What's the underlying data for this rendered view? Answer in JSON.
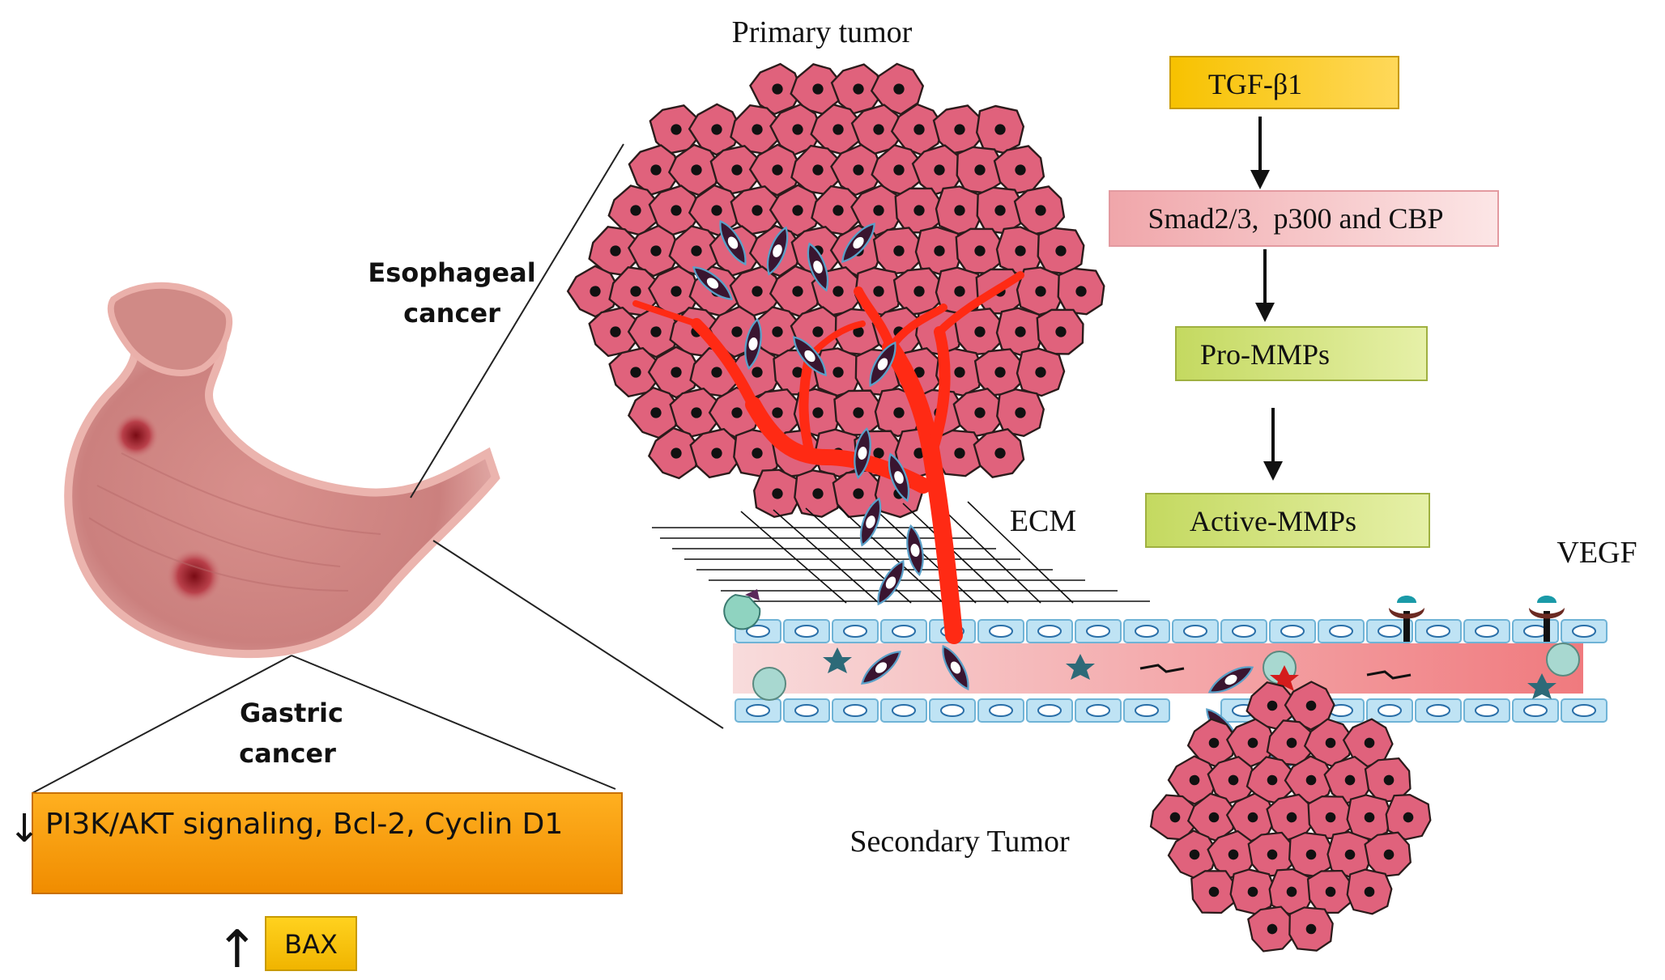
{
  "labels": {
    "primary_tumor": "Primary tumor",
    "secondary_tumor": "Secondary Tumor",
    "esophageal_line1": "Esophageal",
    "esophageal_line2": "cancer",
    "gastric_line1": "Gastric",
    "gastric_line2": "cancer",
    "ecm": "ECM",
    "vegf": "VEGF"
  },
  "pathway": [
    {
      "label": "TGF-β1"
    },
    {
      "label": "Smad2/3,  p300 and CBP"
    },
    {
      "label": "Pro-MMPs"
    },
    {
      "label": "Active-MMPs"
    }
  ],
  "gastric_effects": {
    "down_label": "PI3K/AKT signaling, Bcl-2, Cyclin D1",
    "up_label": "BAX",
    "down_arrow": "↓",
    "up_arrow": "↑"
  },
  "colors": {
    "tgf_box": "#f5c000",
    "smad_box": "#f3b5b7",
    "mmp_box": "#c9dc6a",
    "gastric_box": "#f59d0a",
    "bax_box": "#f5c400",
    "tumor_cell": "#e0627c",
    "vessel": "#ff2a14",
    "endothelium": "#bfe3f4",
    "stomach": "#cf7f7f",
    "mesenchymal_cell": "#3a1530"
  }
}
